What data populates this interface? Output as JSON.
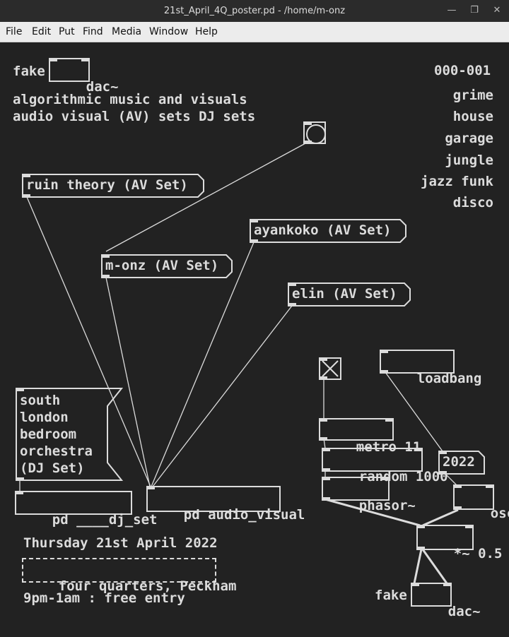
{
  "window": {
    "title": "21st_April_4Q_poster.pd - /home/m-onz",
    "buttons": [
      "minimize",
      "maximize",
      "close"
    ]
  },
  "menu": [
    "File",
    "Edit",
    "Put",
    "Find",
    "Media",
    "Window",
    "Help"
  ],
  "canvas": {
    "header_fake": "fake",
    "header_dac": "dac~",
    "subtitle_1": "algorithmic music and visuals",
    "subtitle_2": "audio visual (AV) sets DJ sets",
    "catalog": "000-001",
    "genres": [
      "grime",
      "house",
      "garage",
      "jungle",
      "jazz funk",
      "disco"
    ],
    "acts": {
      "ruin_theory": "ruin theory (AV Set)",
      "ayankoko": "ayankoko (AV Set)",
      "m_onz": "m-onz (AV Set)",
      "elin": "elin (AV Set)",
      "south_london": "south\nlondon\nbedroom\norchestra\n(DJ Set)"
    },
    "objects": {
      "pd_dj_set": "pd ____dj_set",
      "pd_audio_visual": "pd audio_visual",
      "loadbang": "loadbang",
      "metro": "metro 11",
      "random": "random 1000",
      "phasor": "phasor~",
      "num_2022": "2022",
      "osc": "osc~",
      "mult": "*~ 0.5",
      "bottom_fake": "fake",
      "bottom_dac": "dac~"
    },
    "event": {
      "date": "Thursday 21st April 2022",
      "venue": "four quarters, Peckham",
      "time": "9pm-1am : free entry"
    }
  },
  "colors": {
    "background": "#222222",
    "foreground": "#dcdcdc",
    "menubar": "#ececec",
    "titlebar": "#2b2b2b"
  }
}
